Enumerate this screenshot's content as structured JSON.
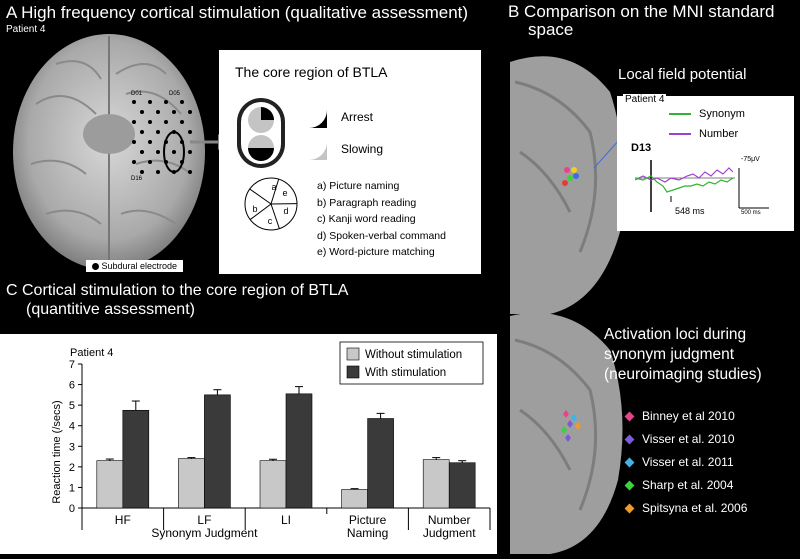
{
  "panelA": {
    "title": "A  High frequency cortical stimulation (qualitative assessment)",
    "patient": "Patient 4",
    "electrode_labels": [
      "D01",
      "D05",
      "D16"
    ],
    "electrode_legend": "Subdural electrode",
    "core_title": "The core region of BTLA",
    "arrest_label": "Arrest",
    "slowing_label": "Slowing",
    "pie_letters": [
      "a",
      "b",
      "c",
      "d",
      "e"
    ],
    "tasks": [
      "a) Picture naming",
      "b) Paragraph reading",
      "c) Kanji word reading",
      "d) Spoken-verbal command",
      "e) Word-picture matching"
    ]
  },
  "panelB": {
    "title_line1": "B  Comparison on the MNI standard",
    "title_line2": "space",
    "lfp_title": "Local field potential",
    "patient": "Patient 4",
    "electrode": "D13",
    "series": [
      {
        "name": "Synonym",
        "color": "#2fb52f"
      },
      {
        "name": "Number",
        "color": "#a040d0"
      }
    ],
    "latency": "548 ms",
    "scale_v": "-75μV",
    "scale_t": "500 ms",
    "activation_line1": "Activation loci during",
    "activation_line2": "synonym judgment",
    "activation_line3": "(neuroimaging studies)",
    "studies": [
      {
        "name": "Binney et al 2010",
        "color": "#e8438a"
      },
      {
        "name": "Visser et al. 2010",
        "color": "#7b5cd6"
      },
      {
        "name": "Visser et al. 2011",
        "color": "#3fb4e6"
      },
      {
        "name": "Sharp et al. 2004",
        "color": "#3fcf3f"
      },
      {
        "name": "Spitsyna et al. 2006",
        "color": "#f09a2a"
      }
    ]
  },
  "panelC": {
    "title_line1": "C  Cortical stimulation to the core region of BTLA",
    "title_line2": "(quantitive assessment)"
  },
  "chart_data": {
    "type": "bar",
    "patient_label": "Patient 4",
    "categories": [
      "HF",
      "LF",
      "LI",
      "Picture Naming",
      "Number Judgment"
    ],
    "category_lines": [
      [
        "HF"
      ],
      [
        "LF"
      ],
      [
        "LI"
      ],
      [
        "Picture",
        "Naming"
      ],
      [
        "Number",
        "Judgment"
      ]
    ],
    "group_label": "Synonym Judgment",
    "ylabel": "Reaction time (/secs)",
    "ylim": [
      0,
      7
    ],
    "yticks": [
      0,
      1,
      2,
      3,
      4,
      5,
      6,
      7
    ],
    "series": [
      {
        "name": "Without stimulation",
        "color": "#c8c8c8",
        "values": [
          2.3,
          2.4,
          2.3,
          0.9,
          2.35
        ],
        "errors": [
          0.08,
          0.05,
          0.07,
          0.04,
          0.1
        ]
      },
      {
        "name": "With stimulation",
        "color": "#3a3a3a",
        "values": [
          4.75,
          5.5,
          5.55,
          4.35,
          2.2
        ],
        "errors": [
          0.45,
          0.25,
          0.35,
          0.25,
          0.1
        ]
      }
    ]
  }
}
